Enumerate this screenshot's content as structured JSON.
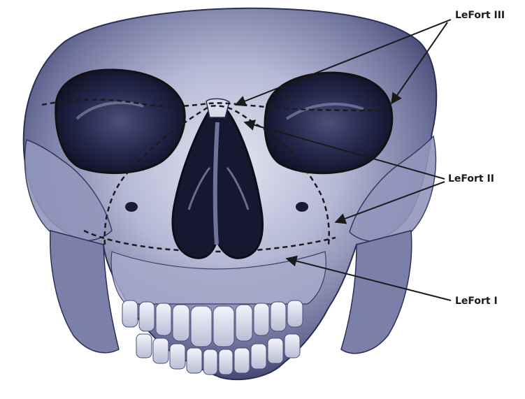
{
  "labels": {
    "lefort_iii": "LeFort III",
    "lefort_ii": "LeFort II",
    "lefort_i": "LeFort I"
  },
  "icons": {
    "skull": "skull-illustration",
    "arrows": "arrow-icon"
  },
  "colors": {
    "bone_light": "#c9ccdf",
    "bone_mid": "#8c91b5",
    "bone_dark": "#2b2f55",
    "cavity": "#15172b",
    "line": "#1b1b1b",
    "background": "#ffffff"
  }
}
